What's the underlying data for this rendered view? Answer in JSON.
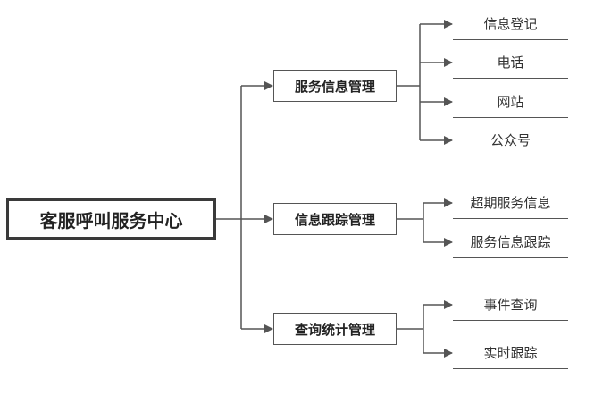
{
  "diagram": {
    "root": {
      "label": "客服呼叫服务中心"
    },
    "branches": [
      {
        "label": "服务信息管理",
        "children": [
          "信息登记",
          "电话",
          "网站",
          "公众号"
        ]
      },
      {
        "label": "信息跟踪管理",
        "children": [
          "超期服务信息",
          "服务信息跟踪"
        ]
      },
      {
        "label": "查询统计管理",
        "children": [
          "事件查询",
          "实时跟踪"
        ]
      }
    ]
  },
  "colors": {
    "line": "#555555",
    "root_border": "#3a3a3a",
    "text": "#222222"
  }
}
